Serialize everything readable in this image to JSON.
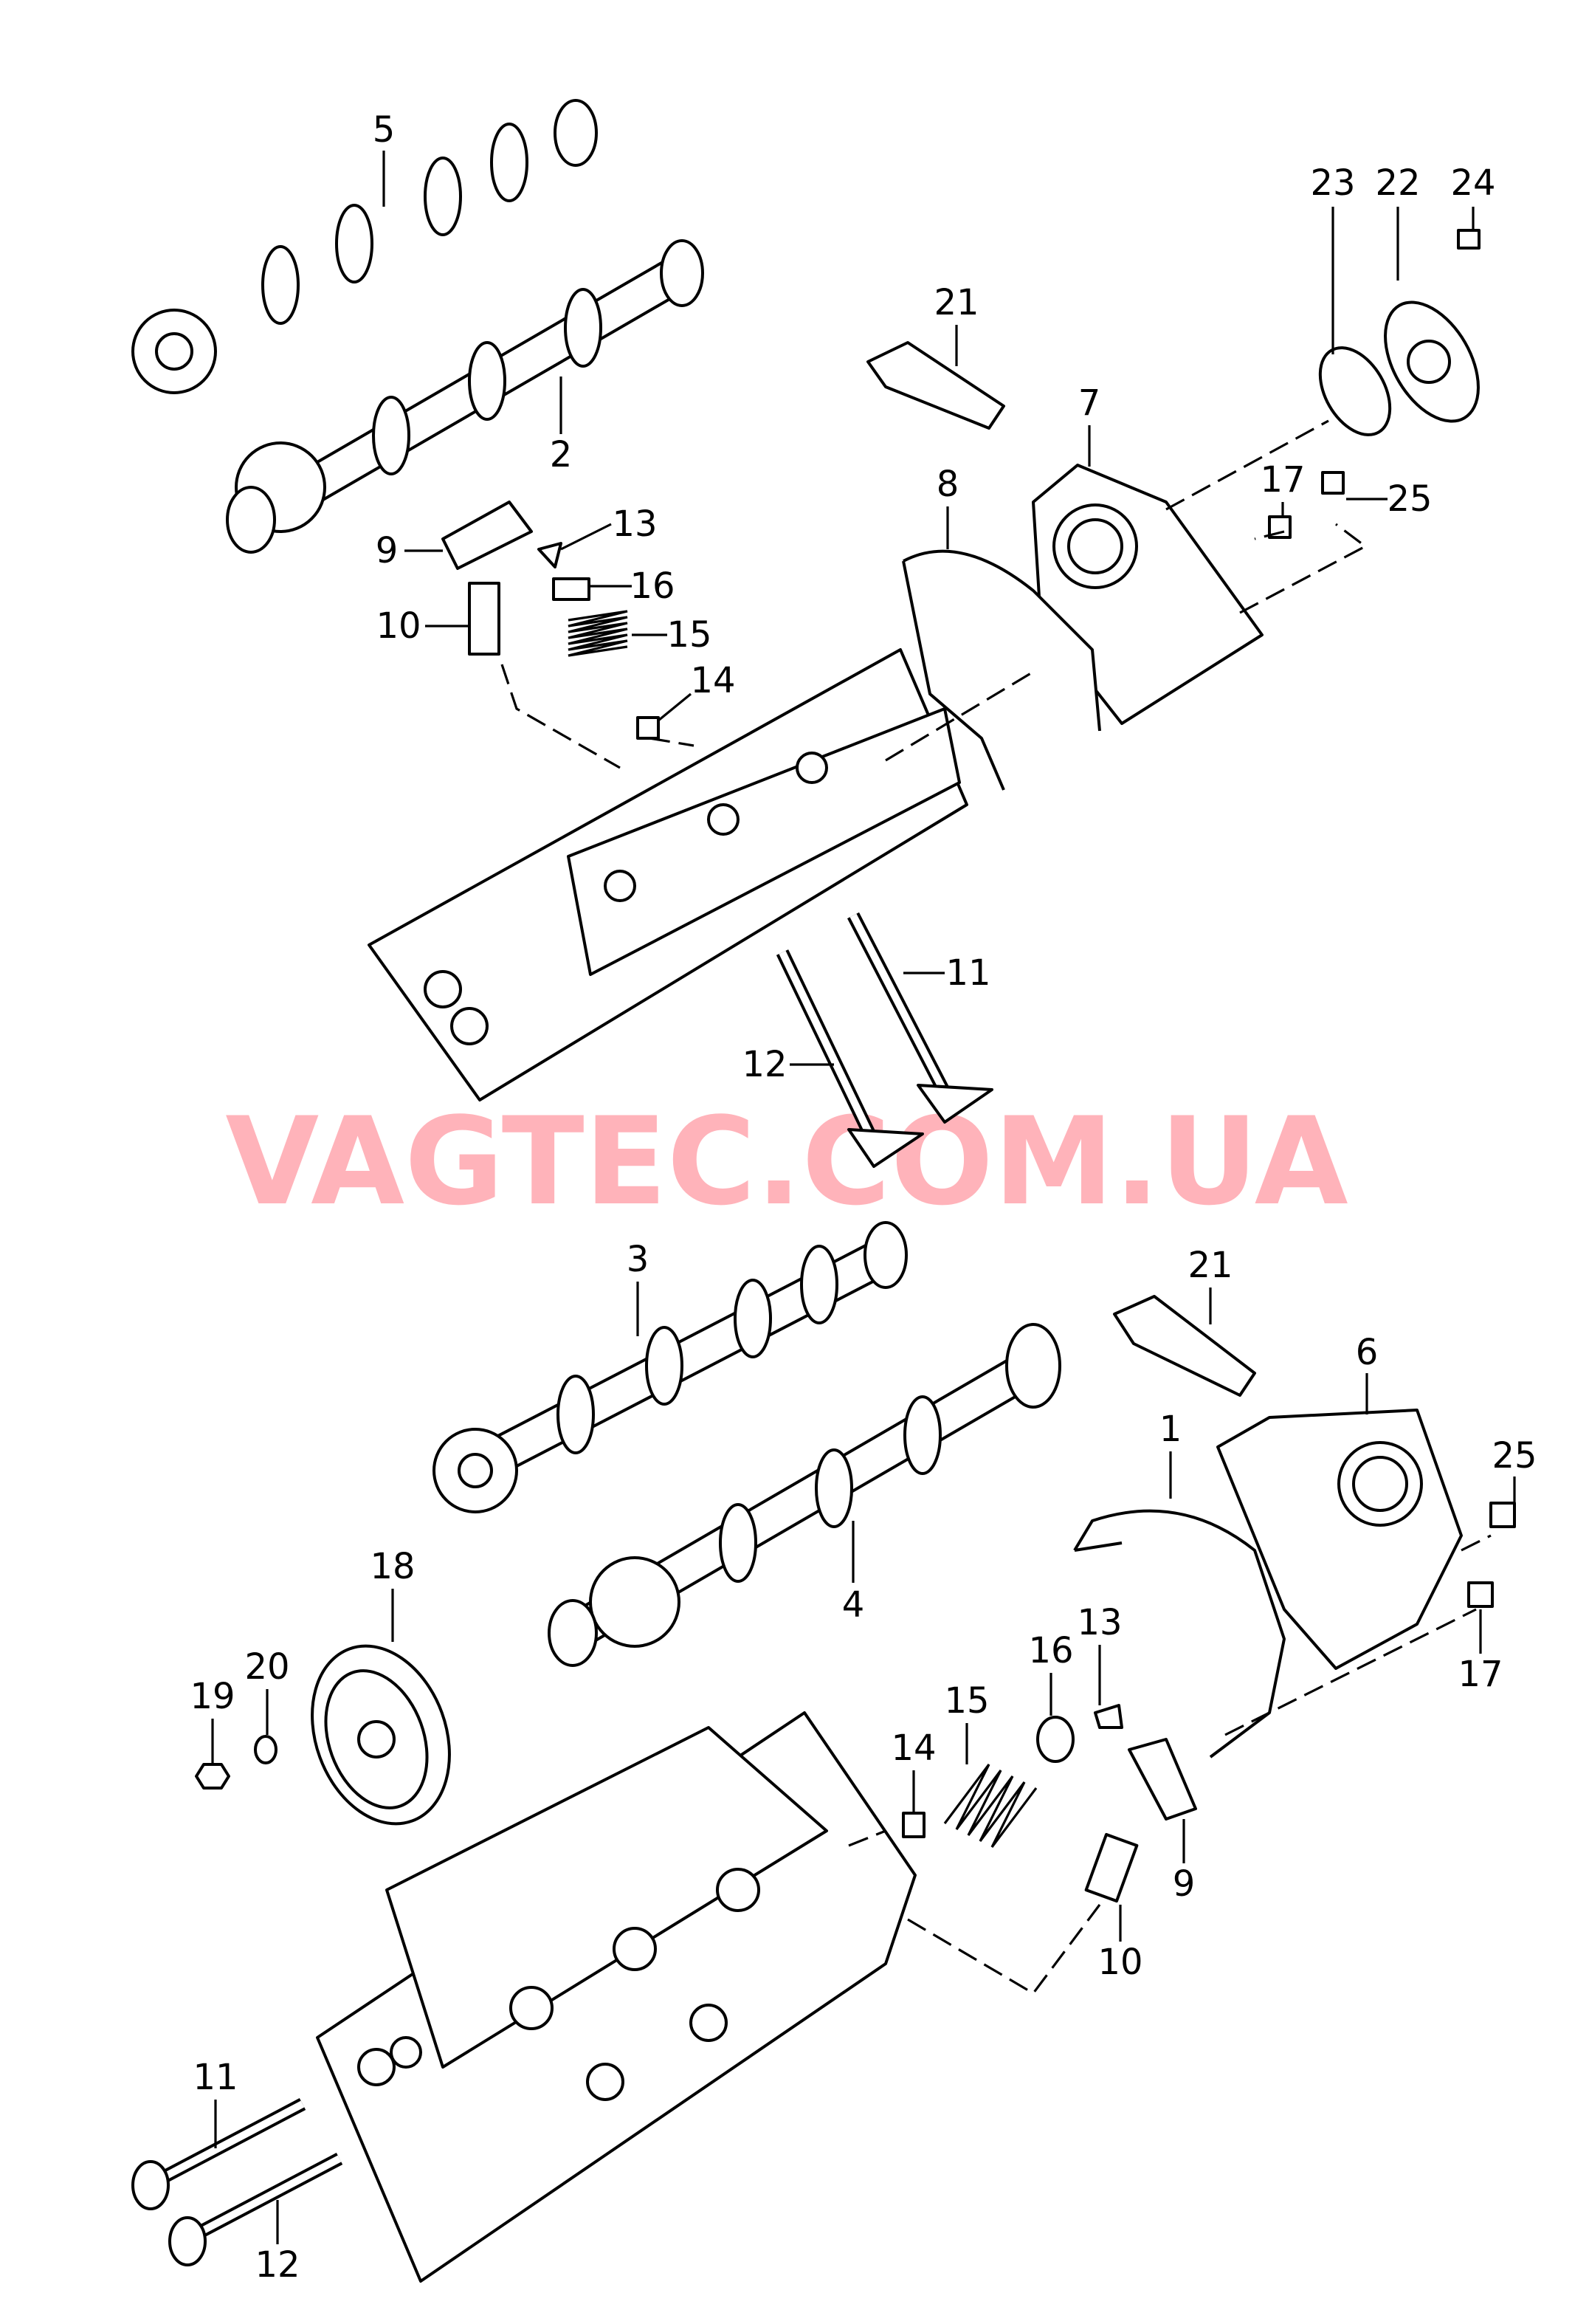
{
  "watermark": "VAGTEC.COM.UA",
  "watermark_color": "#ffb3ba",
  "labels": {
    "top": {
      "camshaft_5": "5",
      "camshaft_2": "2",
      "sealant_21": "21",
      "cover_7": "7",
      "gasket_8": "8",
      "oring_23": "23",
      "cap_22": "22",
      "bolt_24": "24",
      "bolt_17": "17",
      "bolt_25": "25",
      "rocker_9": "9",
      "keeper_13": "13",
      "retainer_16": "16",
      "spring_15": "15",
      "lifter_10": "10",
      "seal_14": "14",
      "valve_11": "11",
      "valve_12": "12"
    },
    "bottom": {
      "camshaft_3": "3",
      "sealant_21": "21",
      "cover_6": "6",
      "gasket_1": "1",
      "bolt_25": "25",
      "camshaft_4": "4",
      "sprocket_18": "18",
      "washer_20": "20",
      "nut_19": "19",
      "retainer_16": "16",
      "keeper_13": "13",
      "spring_15": "15",
      "seal_14": "14",
      "bolt_17": "17",
      "rocker_9": "9",
      "lifter_10": "10",
      "valve_11": "11",
      "valve_12": "12"
    }
  }
}
